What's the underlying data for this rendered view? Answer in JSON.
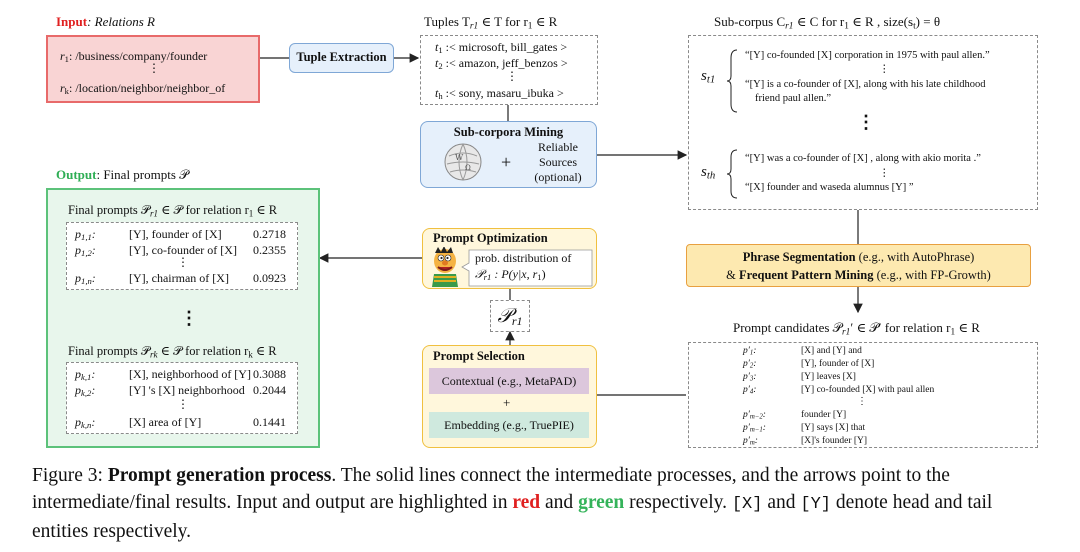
{
  "input_box": {
    "heading_label": "Input",
    "heading_rest": ": Relations R",
    "r1_sym": "r",
    "r1_sub": "1",
    "r1_text": ": /business/company/founder",
    "rk_sym": "r",
    "rk_sub": "k",
    "rk_text": ": /location/neighbor/neighbor_of",
    "ellipsis": "⋮"
  },
  "tuple_extraction": {
    "label": "Tuple Extraction"
  },
  "tuples": {
    "heading": "Tuples T",
    "heading_sub": "r1",
    "heading_rest": " ∈ T  for  r",
    "heading_sub2": "1",
    "heading_end": " ∈ R",
    "rows": [
      {
        "sym": "t",
        "sub": "1",
        "text": ":< microsoft, bill_gates >"
      },
      {
        "sym": "t",
        "sub": "2",
        "text": ":< amazon, jeff_benzos >"
      },
      {
        "sym": "t",
        "sub": "h",
        "text": ":< sony, masaru_ibuka >"
      }
    ],
    "ellipsis": "⋮"
  },
  "subcorpus": {
    "heading_a": "Sub-corpus  C",
    "heading_sub": "r1",
    "heading_b": " ∈ C  for  r",
    "heading_sub2": "1",
    "heading_c": " ∈ R  , size(s",
    "heading_sub3": "t",
    "heading_d": ") = θ",
    "s1_label": "s",
    "s1_sub": "t1",
    "s1_sentences": [
      "“[Y] co-founded [X] corporation in 1975 with paul allen.”",
      "“[Y] is a co-founder of  [X], along with his late childhood",
      "friend paul allen.”"
    ],
    "sh_label": "s",
    "sh_sub": "th",
    "sh_sentences": [
      "“[Y] was a co-founder of [X] , along with akio morita .”",
      "“[X] founder and waseda alumnus [Y] ”"
    ],
    "vdots": "⋮",
    "big_vdots": "⋮"
  },
  "subcorpora_mining": {
    "title": "Sub-corpora Mining",
    "plus": "+",
    "sources": [
      "Reliable",
      "Sources",
      "(optional)"
    ]
  },
  "output_heading": {
    "label": "Output",
    "rest": ": Final prompts 𝒫"
  },
  "output_box": {
    "group1_heading_a": "Final prompts 𝒫",
    "group1_heading_sub": "r1",
    "group1_heading_b": " ∈ 𝒫 for relation  r",
    "group1_heading_sub2": "1",
    "group1_heading_c": " ∈ R",
    "group1_rows": [
      {
        "sym": "p",
        "sub": "1,1",
        "prompt": "[Y],  founder of [X]",
        "score": "0.2718"
      },
      {
        "sym": "p",
        "sub": "1,2",
        "prompt": "[Y], co-founder of [X]",
        "score": "0.2355"
      },
      {
        "sym": "p",
        "sub": "1,n",
        "prompt": "[Y], chairman of [X]",
        "score": "0.0923"
      }
    ],
    "group2_heading_a": "Final prompts 𝒫",
    "group2_heading_sub": "rk",
    "group2_heading_b": " ∈ 𝒫 for relation  r",
    "group2_heading_sub2": "k",
    "group2_heading_c": " ∈ R",
    "group2_rows": [
      {
        "sym": "p",
        "sub": "k,1",
        "prompt": "[X], neighborhood of [Y]",
        "score": "0.3088"
      },
      {
        "sym": "p",
        "sub": "k,2",
        "prompt": "[Y] 's [X] neighborhood",
        "score": "0.2044"
      },
      {
        "sym": "p",
        "sub": "k,n",
        "prompt": "[X] area of [Y]",
        "score": "0.1441"
      }
    ],
    "vdots": "⋮",
    "big_vdots": "⋮"
  },
  "prompt_optimization": {
    "title": "Prompt Optimization",
    "line1": "prob. distribution of",
    "line2_a": "𝒫",
    "line2_sub": "r1",
    "line2_b": " : P(y|x, r",
    "line2_sub2": "1",
    "line2_c": ")"
  },
  "p_r1_node": {
    "sym": "𝒫",
    "sub": "r1"
  },
  "prompt_selection": {
    "title": "Prompt Selection",
    "contextual": "Contextual (e.g., MetaPAD)",
    "plus": "+",
    "embedding": "Embedding (e.g., TruePIE)"
  },
  "phrase_box": {
    "line1_bold": "Phrase Segmentation",
    "line1_rest": " (e.g., with AutoPhrase)",
    "line2_pre": "& ",
    "line2_bold": "Frequent Pattern Mining",
    "line2_rest": " (e.g., with FP-Growth)"
  },
  "candidates": {
    "heading_a": "Prompt candidates  𝒫",
    "heading_sub": "r1",
    "heading_b": "′ ∈ 𝒫′ for relation  r",
    "heading_sub2": "1",
    "heading_c": " ∈ R",
    "rows": [
      {
        "sym": "p′",
        "sub": "1",
        "text": "[X] and [Y] and"
      },
      {
        "sym": "p′",
        "sub": "2",
        "text": "[Y], founder of [X]"
      },
      {
        "sym": "p′",
        "sub": "3",
        "text": "[Y] leaves [X]"
      },
      {
        "sym": "p′",
        "sub": "4",
        "text": "[Y] co-founded [X] with paul allen"
      },
      {
        "sym": "p′",
        "sub": "m−2",
        "text": "founder [Y]"
      },
      {
        "sym": "p′",
        "sub": "m−1",
        "text": "[Y] says [X] that"
      },
      {
        "sym": "p′",
        "sub": "m",
        "text": "[X]'s founder [Y]"
      }
    ],
    "vdots": "⋮"
  },
  "caption": {
    "figure_label": "Figure 3: ",
    "title": "Prompt generation process",
    "text1": ". The solid lines connect the intermediate processes, and the arrows point to the intermediate/final results. Input and output are highlighted in ",
    "red_word": "red",
    "text2": " and ",
    "green_word": "green",
    "text3": " respectively. ",
    "x_token": "[X]",
    "text4": " and ",
    "y_token": "[Y]",
    "text5": " denote head and tail entities respectively."
  },
  "colors": {
    "input_fill": "#f9d4d4",
    "input_border": "#e86a6a",
    "input_red": "#e02020",
    "output_fill": "#e8f6ec",
    "output_border": "#5cc27a",
    "output_green": "#2fae55",
    "tuple_box_fill": "#e6f0fb",
    "tuple_box_border": "#7fa7d6",
    "mining_fill": "#e6f0fb",
    "orange_fill": "#fde9b0",
    "orange_border": "#e8a040",
    "yellow_fill": "#fff7dc",
    "yellow_border": "#f0c040",
    "contextual_fill": "#dcc7dc",
    "embedding_fill": "#cfe9de"
  },
  "icons": [
    "wikipedia-globe-icon",
    "bert-muppet-icon"
  ]
}
